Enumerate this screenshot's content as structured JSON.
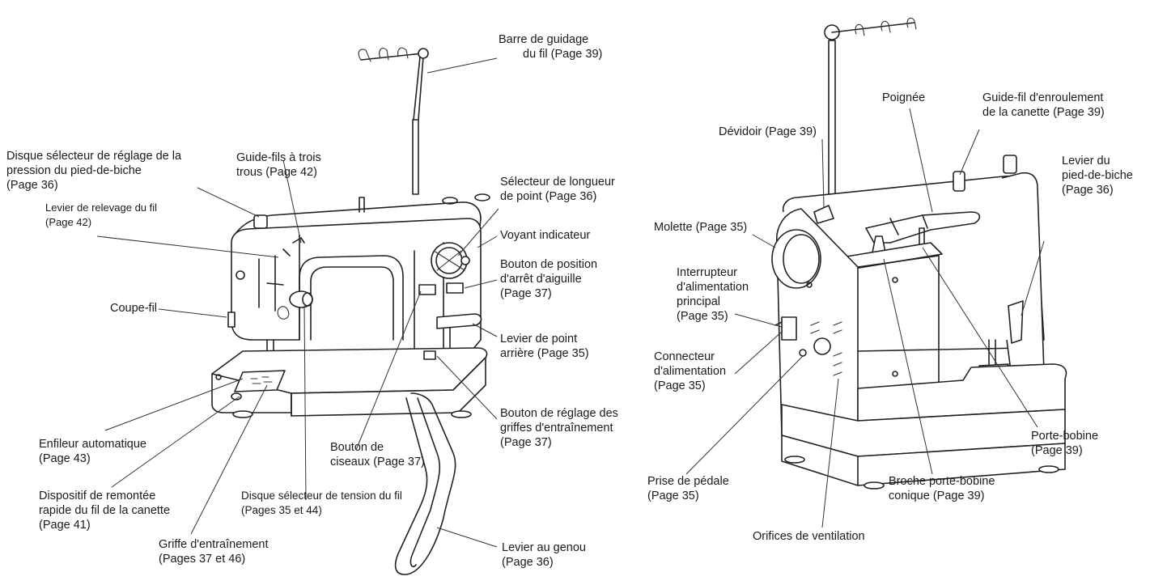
{
  "left_labels": [
    {
      "id": "barre-guidage",
      "lines": [
        "Barre de guidage",
        "du fil (Page 39)"
      ]
    },
    {
      "id": "disque-pression",
      "lines": [
        "Disque sélecteur de réglage de la",
        "pression du pied-de-biche",
        "(Page 36)"
      ]
    },
    {
      "id": "guide-fils-trois",
      "lines": [
        "Guide-fils à trois",
        "trous (Page 42)"
      ]
    },
    {
      "id": "selecteur-longueur",
      "lines": [
        "Sélecteur de longueur",
        "de point (Page 36)"
      ]
    },
    {
      "id": "levier-relevage",
      "lines": [
        "Levier de relevage du fil",
        "(Page 42)"
      ]
    },
    {
      "id": "voyant",
      "lines": [
        "Voyant indicateur"
      ]
    },
    {
      "id": "bouton-position",
      "lines": [
        "Bouton de position",
        "d'arrêt d'aiguille",
        "(Page 37)"
      ]
    },
    {
      "id": "coupe-fil",
      "lines": [
        "Coupe-fil"
      ]
    },
    {
      "id": "levier-point-arriere",
      "lines": [
        "Levier de point",
        "arrière (Page 35)"
      ]
    },
    {
      "id": "bouton-griffes",
      "lines": [
        "Bouton de réglage des",
        "griffes d'entraînement",
        "(Page 37)"
      ]
    },
    {
      "id": "enfileur",
      "lines": [
        "Enfileur automatique",
        "(Page 43)"
      ]
    },
    {
      "id": "bouton-ciseaux",
      "lines": [
        "Bouton de",
        "ciseaux (Page 37)"
      ]
    },
    {
      "id": "dispositif-remontee",
      "lines": [
        "Dispositif de remontée",
        "rapide du fil de la canette",
        "(Page 41)"
      ]
    },
    {
      "id": "disque-tension",
      "lines": [
        "Disque sélecteur de tension du fil",
        "(Pages 35 et 44)"
      ]
    },
    {
      "id": "griffe",
      "lines": [
        "Griffe d'entraînement",
        "(Pages 37 et 46)"
      ]
    },
    {
      "id": "levier-genou",
      "lines": [
        "Levier au genou",
        "(Page 36)"
      ]
    }
  ],
  "right_labels": [
    {
      "id": "poignee",
      "lines": [
        "Poignée"
      ]
    },
    {
      "id": "guide-fil-enroulement",
      "lines": [
        "Guide-fil d'enroulement",
        "de la canette (Page 39)"
      ]
    },
    {
      "id": "devidoir",
      "lines": [
        "Dévidoir (Page 39)"
      ]
    },
    {
      "id": "levier-pied",
      "lines": [
        "Levier du",
        "pied-de-biche",
        "(Page 36)"
      ]
    },
    {
      "id": "molette",
      "lines": [
        "Molette (Page 35)"
      ]
    },
    {
      "id": "interrupteur",
      "lines": [
        "Interrupteur",
        "d'alimentation",
        "principal",
        "(Page 35)"
      ]
    },
    {
      "id": "connecteur",
      "lines": [
        "Connecteur",
        "d'alimentation",
        "(Page 35)"
      ]
    },
    {
      "id": "porte-bobine",
      "lines": [
        "Porte-bobine",
        "(Page 39)"
      ]
    },
    {
      "id": "prise-pedale",
      "lines": [
        "Prise de pédale",
        "(Page 35)"
      ]
    },
    {
      "id": "broche-conique",
      "lines": [
        "Broche porte-bobine",
        "conique (Page 39)"
      ]
    },
    {
      "id": "orifices",
      "lines": [
        "Orifices de ventilation"
      ]
    }
  ]
}
